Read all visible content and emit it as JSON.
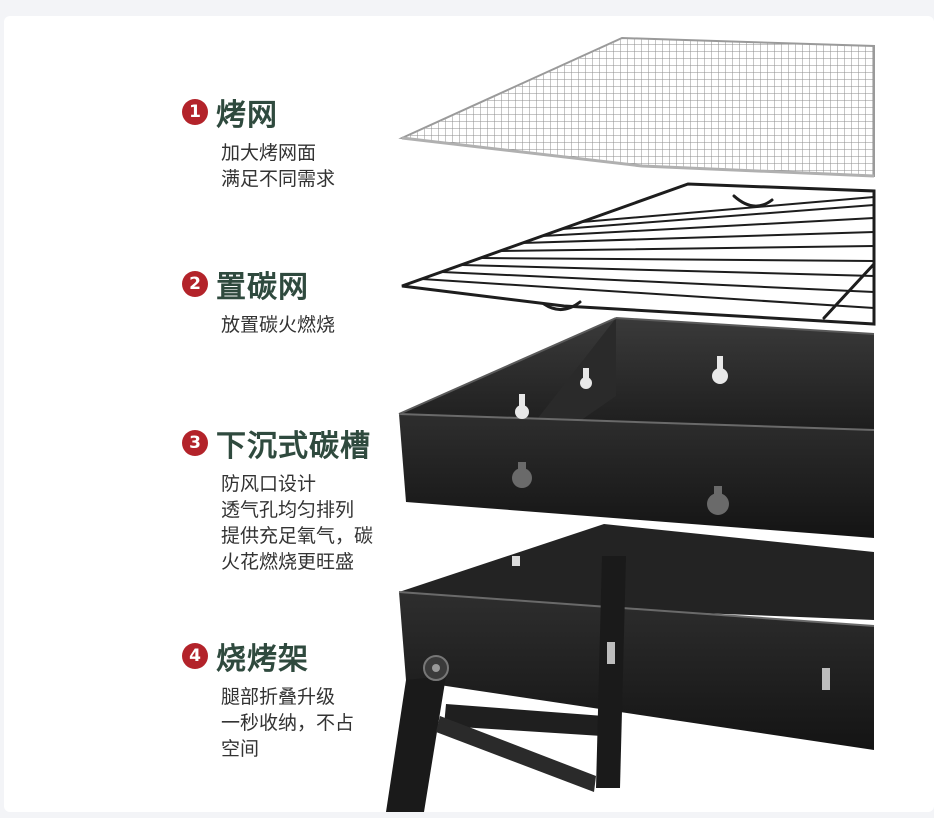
{
  "features": [
    {
      "number": "1",
      "title": "烤网",
      "lines": [
        "加大烤网面",
        "满足不同需求"
      ]
    },
    {
      "number": "2",
      "title": "置碳网",
      "lines": [
        "放置碳火燃烧"
      ]
    },
    {
      "number": "3",
      "title": "下沉式碳槽",
      "lines": [
        "防风口设计",
        "透气孔均匀排列",
        "提供充足氧气，碳",
        "火花燃烧更旺盛"
      ]
    },
    {
      "number": "4",
      "title": "烧烤架",
      "lines": [
        "腿部折叠升级",
        "一秒收纳，不占",
        "空间"
      ]
    }
  ],
  "colors": {
    "badge": "#b3232a",
    "title": "#2f4a3e",
    "steel": "#2b2b2b"
  }
}
